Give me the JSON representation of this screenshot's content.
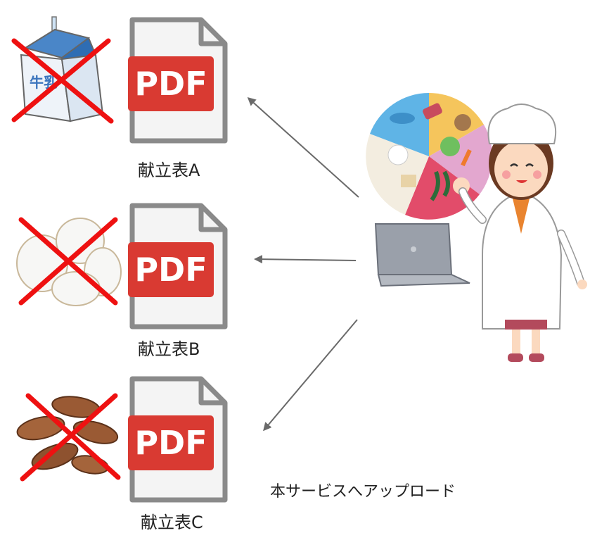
{
  "menus": [
    {
      "label": "献立表A",
      "allergen_icon": "milk-carton-icon"
    },
    {
      "label": "献立表B",
      "allergen_icon": "eggs-icon"
    },
    {
      "label": "献立表C",
      "allergen_icon": "almonds-icon"
    }
  ],
  "pdf_badge": "PDF",
  "milk_text": "牛乳",
  "caption": "本サービスへアップロード",
  "colors": {
    "pdf_red": "#d93a32",
    "cross_red": "#ee1111",
    "arrow": "#6a6a6a",
    "doc_gray": "#8a8a8a"
  }
}
